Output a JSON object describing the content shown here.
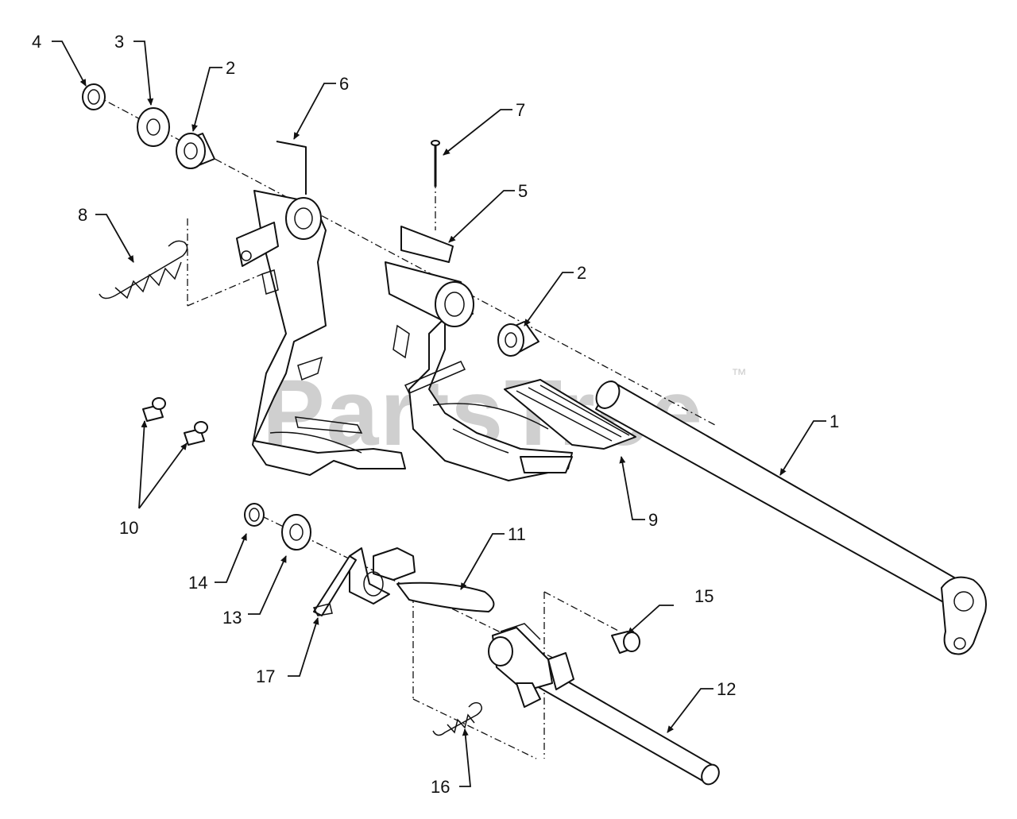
{
  "watermark": {
    "text": "PartsTree",
    "trademark": "™"
  },
  "callouts": [
    {
      "id": "c1",
      "label": "1"
    },
    {
      "id": "c2a",
      "label": "2"
    },
    {
      "id": "c2b",
      "label": "2"
    },
    {
      "id": "c3",
      "label": "3"
    },
    {
      "id": "c4",
      "label": "4"
    },
    {
      "id": "c5",
      "label": "5"
    },
    {
      "id": "c6",
      "label": "6"
    },
    {
      "id": "c7",
      "label": "7"
    },
    {
      "id": "c8",
      "label": "8"
    },
    {
      "id": "c9",
      "label": "9"
    },
    {
      "id": "c10",
      "label": "10"
    },
    {
      "id": "c11",
      "label": "11"
    },
    {
      "id": "c12",
      "label": "12"
    },
    {
      "id": "c13",
      "label": "13"
    },
    {
      "id": "c14",
      "label": "14"
    },
    {
      "id": "c15",
      "label": "15"
    },
    {
      "id": "c16",
      "label": "16"
    },
    {
      "id": "c17",
      "label": "17"
    }
  ]
}
